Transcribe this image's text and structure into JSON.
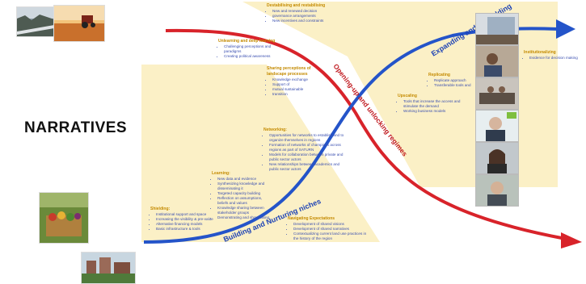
{
  "heading": "NARRATIVES",
  "path_labels": {
    "opening": "Opening-up and unlocking regimes",
    "expanding": "Expanding and embedding",
    "building": "Building and Nurturing niches"
  },
  "blocks": {
    "unlearning": {
      "title": "Unlearning and deep learning",
      "items": [
        "Challenging perceptions and paradigms",
        "Creating political awareness"
      ]
    },
    "destabilising": {
      "title": "Destabilising and restabilising",
      "items": [
        "New and renewed decision",
        "governance arrangements",
        "New incentives and constraints"
      ]
    },
    "sharing": {
      "title": "Sharing perceptions of landscape processes",
      "items": [
        "Knowledge exchange",
        "Support of",
        "mutual sustainable",
        "transition"
      ]
    },
    "institutionalizing": {
      "title": "Institutionalizing",
      "items": [
        "Evidence for decision making"
      ]
    },
    "replicating": {
      "title": "Replicating",
      "items": [
        "Replicate approach",
        "Transferable tools and"
      ]
    },
    "upscaling": {
      "title": "Upscaling",
      "items": [
        "Tools that increase the access and stimulate the demand",
        "Working business models"
      ]
    },
    "networking": {
      "title": "Networking:",
      "items": [
        "Opportunities for networks to establish and to organize themselves in regions",
        "Formation of networks of champions across regions as part of SATURN",
        "Models for collaboration between private and public sector actors",
        "New relationships between academics and public sector actors"
      ]
    },
    "learning": {
      "title": "Learning:",
      "items": [
        "New data and evidence",
        "Synthesizing knowledge and disseminating it",
        "Targeted capacity building",
        "Reflection on assumptions, beliefs and values",
        "Knowledge sharing between stakeholder groups",
        "Demonstrating and showcasing"
      ]
    },
    "shielding": {
      "title": "Shielding:",
      "items": [
        "Institutional support and space",
        "Increasing the visibility & pre-value",
        "Alternative financing models",
        "Basic infrastructure & tools"
      ]
    },
    "navigating": {
      "title": "Navigating Expectations",
      "items": [
        "Development of shared visions",
        "Development of shared narratives",
        "Contextualizing current land use practices in the history of the region"
      ]
    }
  },
  "colors": {
    "red": "#d8232a",
    "blue": "#2454c9",
    "panel": "#fbf0c6",
    "label_red": "#c0181e",
    "label_blue": "#1e43b5"
  },
  "icons": [
    "forest-photo",
    "tractor-field-photo",
    "vegetables-photo",
    "city-green-photo",
    "video-participants"
  ]
}
